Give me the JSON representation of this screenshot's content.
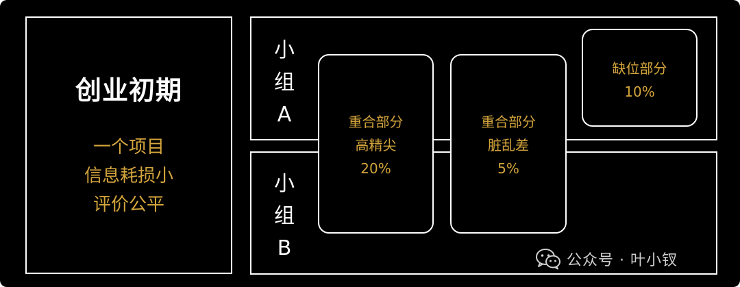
{
  "intro": {
    "title": "创业初期",
    "lines": [
      "一个项目",
      "信息耗损小",
      "评价公平"
    ]
  },
  "groups": [
    {
      "label_chars": [
        "小",
        "组",
        "A"
      ]
    },
    {
      "label_chars": [
        "小",
        "组",
        "B"
      ]
    }
  ],
  "cards": [
    {
      "lines": [
        "重合部分",
        "高精尖",
        "20%"
      ]
    },
    {
      "lines": [
        "重合部分",
        "脏乱差",
        "5%"
      ]
    },
    {
      "lines": [
        "缺位部分",
        "10%"
      ]
    }
  ],
  "watermark": {
    "text": "公众号 · 叶小钗",
    "icon": "wechat-icon"
  },
  "colors": {
    "background": "#000000",
    "border": "#ffffff",
    "accent": "#d4a53c",
    "title": "#ffffff"
  }
}
